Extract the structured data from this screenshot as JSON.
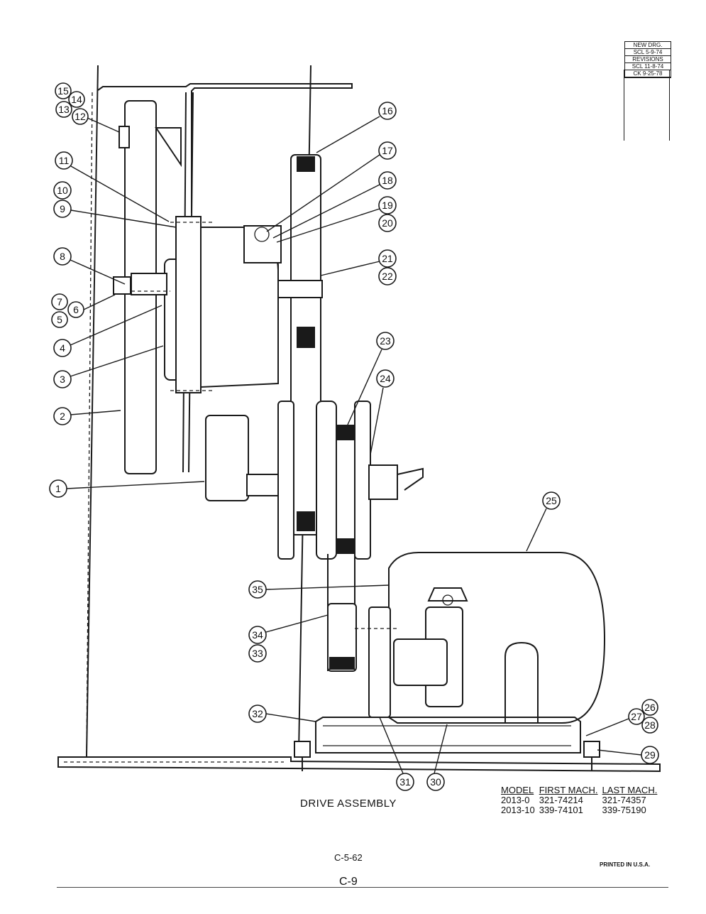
{
  "revision_block": {
    "rows": [
      "NEW DRG.",
      "SCL 5-9-74",
      "REVISIONS",
      "SCL 11-8-74",
      "CK 9-25-78"
    ]
  },
  "callouts": [
    "1",
    "2",
    "3",
    "4",
    "5",
    "6",
    "7",
    "8",
    "9",
    "10",
    "11",
    "12",
    "13",
    "14",
    "15",
    "16",
    "17",
    "18",
    "19",
    "20",
    "21",
    "22",
    "23",
    "24",
    "25",
    "26",
    "27",
    "28",
    "29",
    "30",
    "31",
    "32",
    "33",
    "34",
    "35"
  ],
  "title": "DRIVE ASSEMBLY",
  "model_table": {
    "headers": [
      "MODEL",
      "FIRST MACH.",
      "LAST MACH."
    ],
    "rows": [
      [
        "2013-0",
        "321-74214",
        "321-74357"
      ],
      [
        "2013-10",
        "339-74101",
        "339-75190"
      ]
    ]
  },
  "page_code": "C-5-62",
  "page_number": "C-9",
  "printed_note": "PRINTED IN U.S.A."
}
